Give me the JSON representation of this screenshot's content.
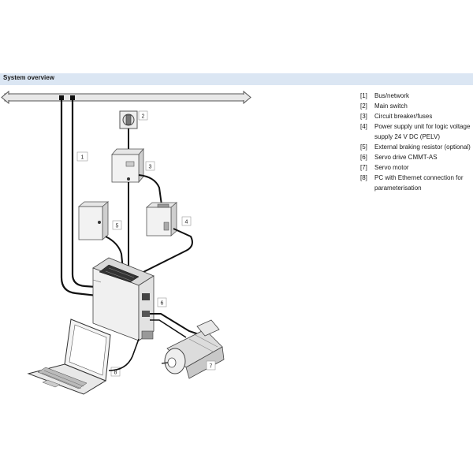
{
  "header": {
    "title": "System overview"
  },
  "legend": [
    {
      "num": "[1]",
      "text": "Bus/network"
    },
    {
      "num": "[2]",
      "text": "Main switch"
    },
    {
      "num": "[3]",
      "text": "Circuit breaker/fuses"
    },
    {
      "num": "[4]",
      "text": "Power supply unit for logic voltage supply 24 V DC (PELV)"
    },
    {
      "num": "[5]",
      "text": "External braking resistor (optional)"
    },
    {
      "num": "[6]",
      "text": "Servo drive CMMT-AS"
    },
    {
      "num": "[7]",
      "text": "Servo motor"
    },
    {
      "num": "[8]",
      "text": "PC with Ethernet connection for parameterisation"
    }
  ],
  "callouts": [
    "1",
    "2",
    "3",
    "4",
    "5",
    "6",
    "7",
    "8"
  ]
}
